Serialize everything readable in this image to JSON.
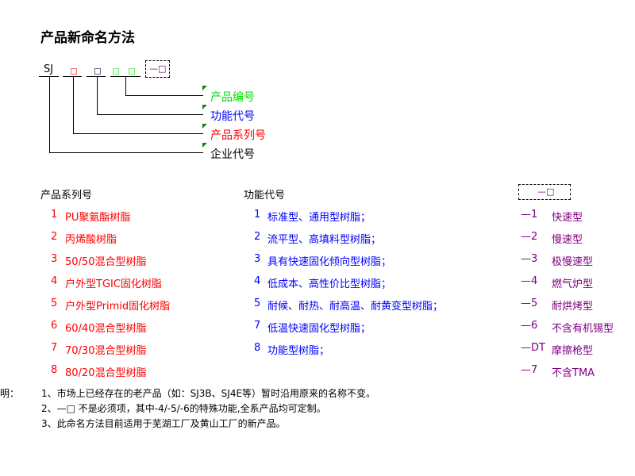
{
  "title": "产品新命名方法",
  "diagram": {
    "prefix": "SJ",
    "optional_mark": "—□",
    "labels": [
      {
        "text": "产品编号",
        "color": "#00dd00"
      },
      {
        "text": "功能代号",
        "color": "#0000ff"
      },
      {
        "text": "产品系列号",
        "color": "#ff0000"
      },
      {
        "text": "企业代号",
        "color": "#000000"
      }
    ]
  },
  "series": {
    "header": "产品系列号",
    "items": [
      {
        "num": "1",
        "text": "PU聚氨酯树脂"
      },
      {
        "num": "2",
        "text": "丙烯酸树脂"
      },
      {
        "num": "3",
        "text": "50/50混合型树脂"
      },
      {
        "num": "4",
        "text": "户外型TGIC固化树脂"
      },
      {
        "num": "5",
        "text": "户外型Primid固化树脂"
      },
      {
        "num": "6",
        "text": "60/40混合型树脂"
      },
      {
        "num": "7",
        "text": "70/30混合型树脂"
      },
      {
        "num": "8",
        "text": "80/20混合型树脂"
      }
    ]
  },
  "function": {
    "header": "功能代号",
    "items": [
      {
        "num": "1",
        "text": "标准型、通用型树脂；"
      },
      {
        "num": "2",
        "text": "流平型、高填料型树脂；"
      },
      {
        "num": "3",
        "text": "具有快速固化倾向型树脂；"
      },
      {
        "num": "4",
        "text": "低成本、高性价比型树脂；"
      },
      {
        "num": "5",
        "text": "耐候、耐热、耐高温、耐黄变型树脂；"
      },
      {
        "num": "7",
        "text": "低温快速固化型树脂；"
      },
      {
        "num": "8",
        "text": "功能型树脂；"
      }
    ]
  },
  "special": {
    "header": "—□",
    "items": [
      {
        "code": "—1",
        "text": "快速型"
      },
      {
        "code": "—2",
        "text": "慢速型"
      },
      {
        "code": "—3",
        "text": "极慢速型"
      },
      {
        "code": "—4",
        "text": "燃气炉型"
      },
      {
        "code": "—5",
        "text": "耐烘烤型"
      },
      {
        "code": "—6",
        "text": "不含有机锡型"
      },
      {
        "code": "—DT",
        "text": "摩擦枪型"
      },
      {
        "code": "—7",
        "text": "不含TMA"
      }
    ]
  },
  "notes": {
    "label": "说明：",
    "items": [
      "1、市场上已经存在的老产品（如：SJ3B、SJ4E等）暂时沿用原来的名称不变。",
      "2、—□ 不是必须项，其中-4/-5/-6的特殊功能,全系产品均可定制。",
      "3、此命名方法目前适用于芜湖工厂及黄山工厂的新产品。"
    ]
  }
}
